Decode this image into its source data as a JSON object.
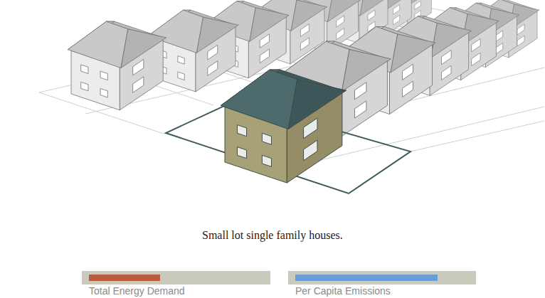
{
  "diagram": {
    "caption": "Small lot single family houses.",
    "labels": [
      "Total Energy Demand",
      "Per Capita Emissions"
    ]
  }
}
